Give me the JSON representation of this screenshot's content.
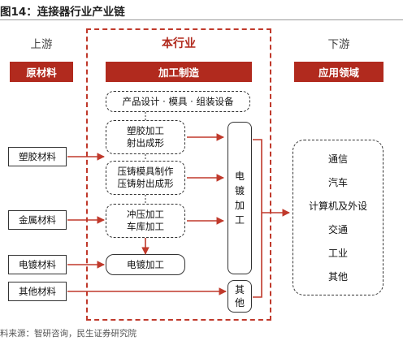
{
  "figure": {
    "title": "图14：连接器行业产业链",
    "source": "料来源：智研咨询，民生证券研究院"
  },
  "columns": {
    "upstream": {
      "heading": "上游",
      "label": "原材料"
    },
    "industry": {
      "heading": "本行业",
      "label": "加工制造"
    },
    "downstream": {
      "heading": "下游",
      "label": "应用领域"
    }
  },
  "industry": {
    "design_box": "产品设计 · 模具 · 组装设备",
    "processes": [
      [
        "塑胶加工",
        "射出成形"
      ],
      [
        "压铸模具制作",
        "压铸射出成形"
      ],
      [
        "冲压加工",
        "车库加工"
      ],
      [
        "电镀加工"
      ]
    ],
    "plating_column": [
      "电",
      "镀",
      "加",
      "工"
    ],
    "other_column": [
      "其",
      "他"
    ]
  },
  "materials": [
    "塑胶材料",
    "金属材料",
    "电镀材料",
    "其他材料"
  ],
  "applications": [
    "通信",
    "汽车",
    "计算机及外设",
    "交通",
    "工业",
    "其他"
  ],
  "colors": {
    "accent": "#b12a1e",
    "frame": "#c0392b",
    "arrow": "#c0392b"
  }
}
